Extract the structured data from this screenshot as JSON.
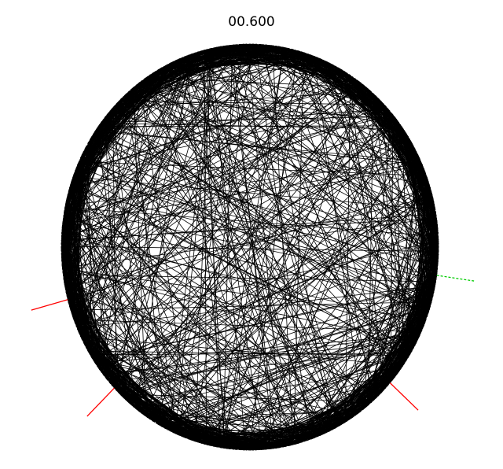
{
  "title": "00.600",
  "colors": {
    "background": "#ffffff",
    "chords": "#000000",
    "ticks_red": "#ff0000",
    "tick_green": "#00cc00"
  },
  "diagram": {
    "type": "circular-chord-diagram",
    "node_count": 360,
    "random_chord_count": 420,
    "seed": 600,
    "external_ticks": [
      {
        "angle_deg": 195,
        "color": "red",
        "style": "solid"
      },
      {
        "angle_deg": 224,
        "color": "red",
        "style": "solid"
      },
      {
        "angle_deg": 318,
        "color": "red",
        "style": "solid"
      },
      {
        "angle_deg": 352,
        "color": "green",
        "style": "dashed"
      }
    ]
  }
}
